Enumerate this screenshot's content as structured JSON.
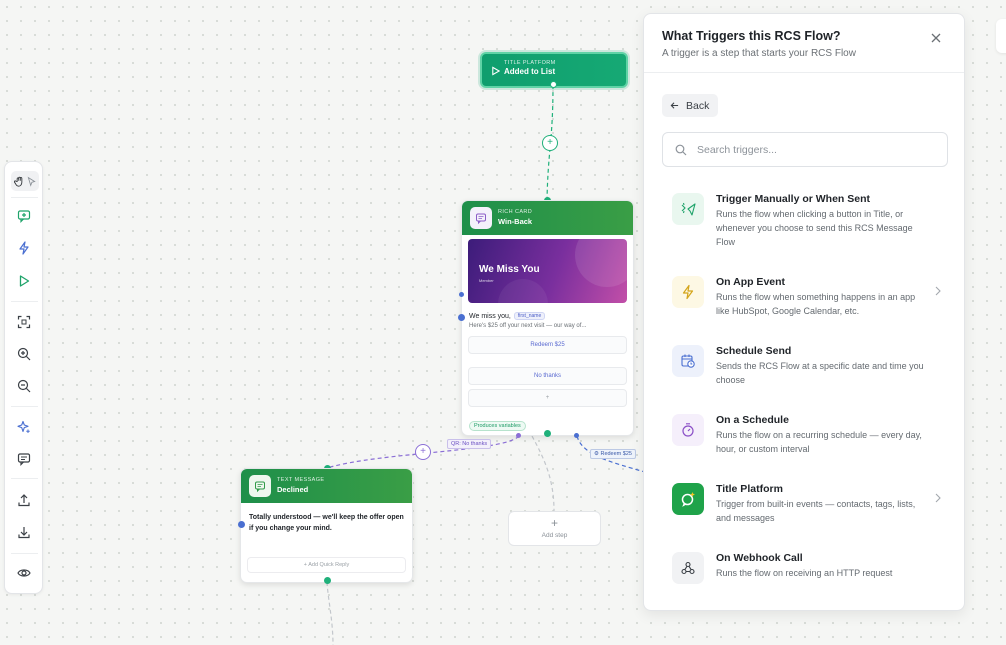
{
  "canvas": {
    "trigger_node": {
      "kicker": "TITLE PLATFORM",
      "title": "Added to List"
    },
    "rich_card": {
      "kicker": "RICH CARD",
      "title": "Win-Back",
      "banner_heading": "We Miss You",
      "banner_sub": "Member",
      "line1_prefix": "We miss you,",
      "line1_var": "first_name",
      "line2": "Here's $25 off your next visit — our way of...",
      "replies": [
        "Redeem $25",
        "No thanks",
        "+"
      ],
      "produces_variables": "Produces variables"
    },
    "text_card": {
      "kicker": "TEXT MESSAGE",
      "title": "Declined",
      "body": "Totally understood — we'll keep the offer open if you change your mind.",
      "add_quick_reply": "+ Add Quick Reply"
    },
    "add_step": {
      "plus": "+",
      "label": "Add step"
    },
    "edge_labels": {
      "no_thanks": "QR: No thanks",
      "redeem": "Redeem $25"
    },
    "plus_glyph": "+"
  },
  "toolbar": {
    "icons": [
      "hand-icon",
      "pointer-icon",
      "add-message-icon",
      "lightning-icon",
      "play-icon",
      "fit-view-icon",
      "zoom-in-icon",
      "zoom-out-icon",
      "sparkle-icon",
      "comment-icon",
      "upload-icon",
      "download-icon",
      "eye-icon"
    ]
  },
  "panel": {
    "title": "What Triggers this RCS Flow?",
    "subtitle": "A trigger is a step that starts your RCS Flow",
    "back_label": "Back",
    "search_placeholder": "Search triggers...",
    "triggers": [
      {
        "name": "Trigger Manually or When Sent",
        "desc": "Runs the flow when clicking a button in Title, or whenever you choose to send this RCS Message Flow",
        "icon": "manual-send-icon",
        "has_chevron": false
      },
      {
        "name": "On App Event",
        "desc": "Runs the flow when something happens in an app like HubSpot, Google Calendar, etc.",
        "icon": "lightning-icon",
        "has_chevron": true
      },
      {
        "name": "Schedule Send",
        "desc": "Sends the RCS Flow at a specific date and time you choose",
        "icon": "calendar-clock-icon",
        "has_chevron": false
      },
      {
        "name": "On a Schedule",
        "desc": "Runs the flow on a recurring schedule — every day, hour, or custom interval",
        "icon": "stopwatch-icon",
        "has_chevron": false
      },
      {
        "name": "Title Platform",
        "desc": "Trigger from built-in events — contacts, tags, lists, and messages",
        "icon": "title-platform-logo-icon",
        "has_chevron": true
      },
      {
        "name": "On Webhook Call",
        "desc": "Runs the flow on receiving an HTTP request",
        "icon": "webhook-icon",
        "has_chevron": false
      }
    ]
  },
  "colors": {
    "accent_green": "#16a974",
    "card_header_green": "#2f9a48",
    "edge_purple": "#8b6fd6",
    "edge_blue": "#4a6fd1",
    "edge_green": "#1fb07a"
  }
}
